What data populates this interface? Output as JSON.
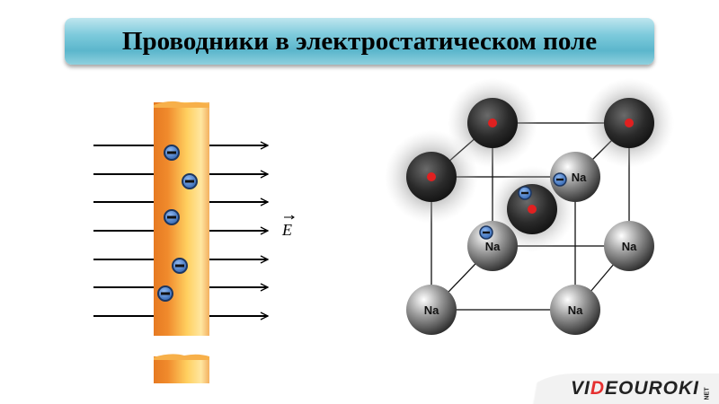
{
  "title": "Проводники в электростатическом поле",
  "field_label": "E",
  "ion_label": "Na",
  "electron_symbol": "−",
  "logo": {
    "part1": "VI",
    "part2": "D",
    "part3": "EOUROKI",
    "suffix": "NET"
  },
  "colors": {
    "rod": "#f29a3a",
    "electron": "#4f86d6",
    "title_bar": "#6cc0d4",
    "accent": "#e53030"
  }
}
